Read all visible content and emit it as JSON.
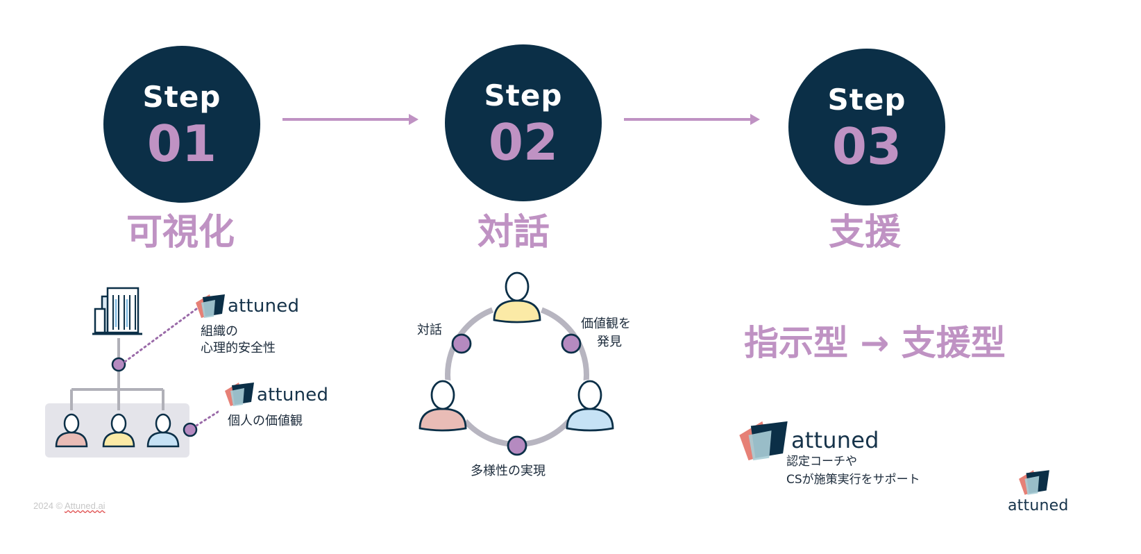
{
  "steps": [
    {
      "word": "Step",
      "number": "01",
      "title": "可視化"
    },
    {
      "word": "Step",
      "number": "02",
      "title": "対話"
    },
    {
      "word": "Step",
      "number": "03",
      "title": "支援"
    }
  ],
  "step1": {
    "brand_top": "attuned",
    "caption_top_line1": "組織の",
    "caption_top_line2": "心理的安全性",
    "brand_bottom": "attuned",
    "caption_bottom": "個人の価値観"
  },
  "step2": {
    "label_left": "対話",
    "label_right_line1": "価値観を",
    "label_right_line2": "発見",
    "label_bottom": "多様性の実現"
  },
  "step3": {
    "headline": "指示型 → 支援型",
    "brand": "attuned",
    "caption_line1": "認定コーチや",
    "caption_line2": "CSが施策実行をサポート"
  },
  "footer": {
    "copyright_prefix": "2024 © ",
    "copyright_link": "Attuned.ai",
    "corner_brand": "attuned"
  },
  "colors": {
    "navy": "#0b2f47",
    "lavender": "#bf92c3",
    "person_pink": "#e9bcb6",
    "person_yellow": "#fbeaa6",
    "person_blue": "#c6e2f5"
  }
}
